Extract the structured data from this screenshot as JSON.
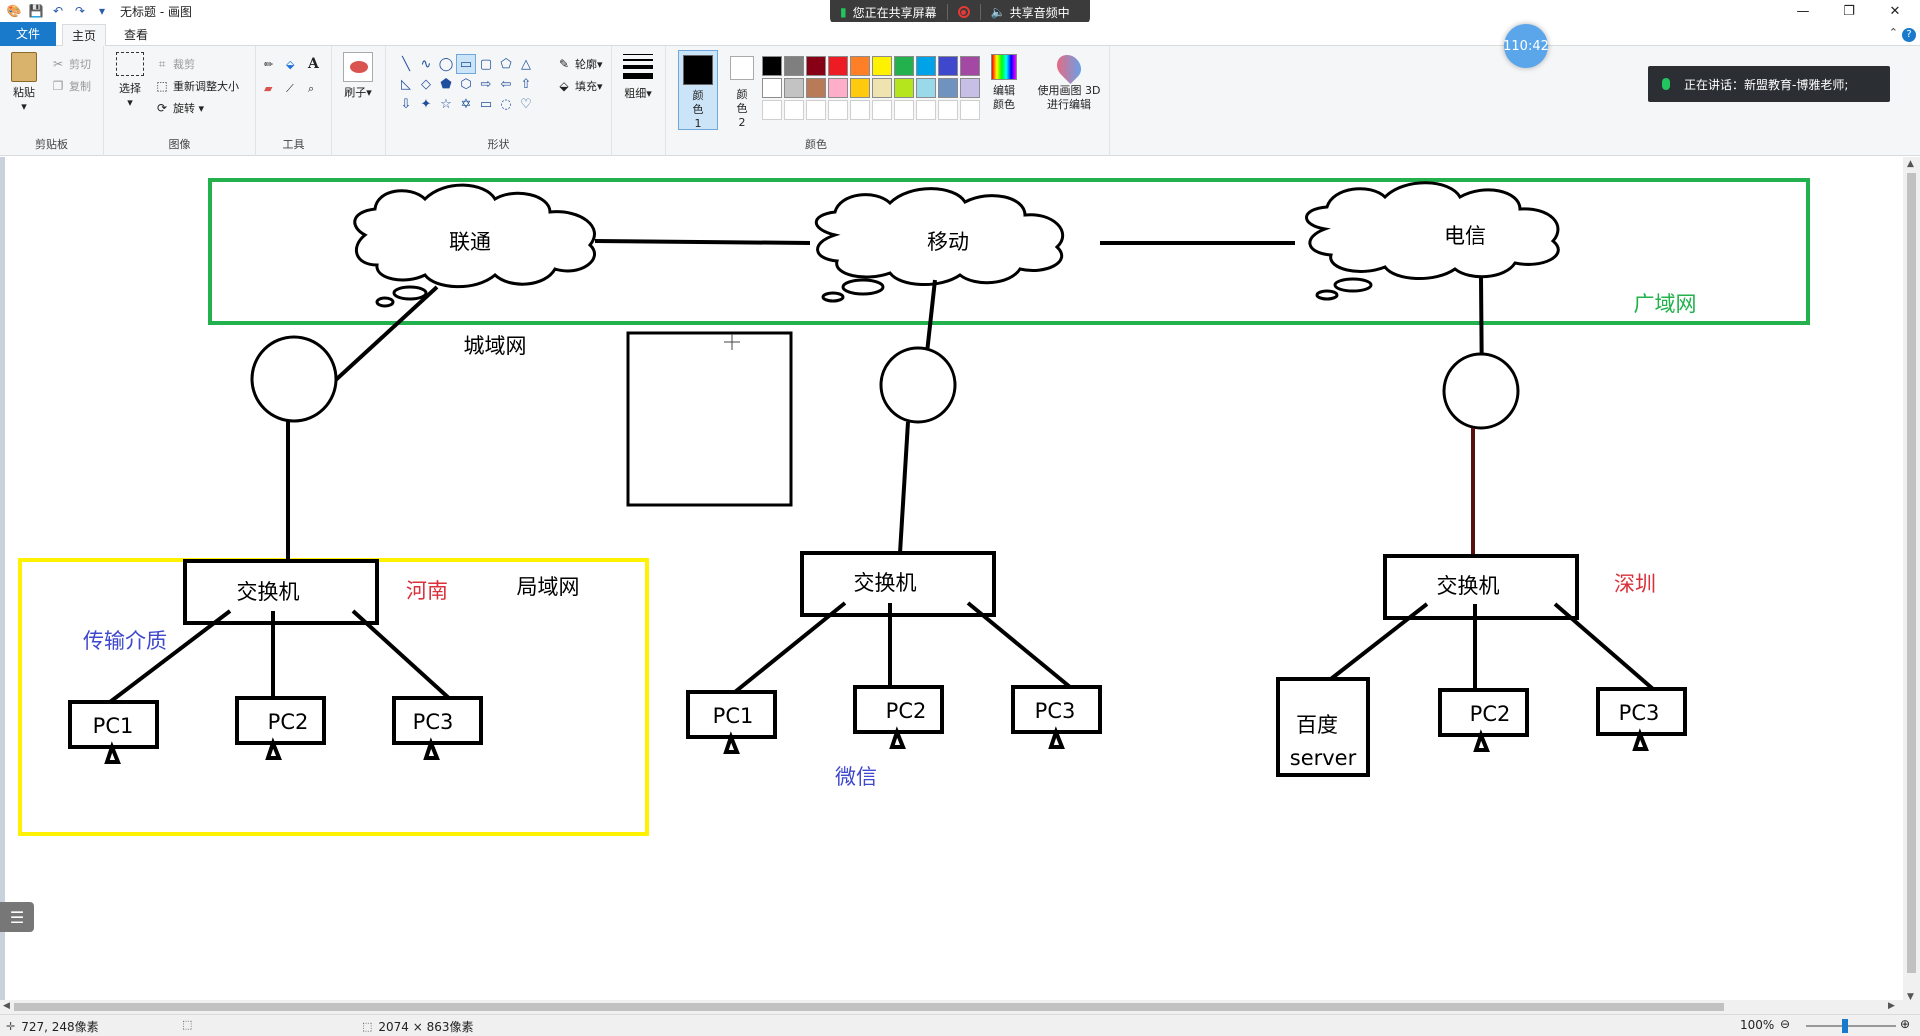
{
  "app": {
    "title": "无标题 - 画图"
  },
  "share_bar": {
    "screen_label": "您正在共享屏幕",
    "audio_label": "共享音频中"
  },
  "tabs": [
    {
      "label": "文件"
    },
    {
      "label": "主页"
    },
    {
      "label": "查看"
    }
  ],
  "ribbon": {
    "clipboard": {
      "label": "剪贴板",
      "paste": "粘贴",
      "cut": "剪切",
      "copy": "复制"
    },
    "image": {
      "label": "图像",
      "select": "选择",
      "crop": "裁剪",
      "resize": "重新调整大小",
      "rotate": "旋转"
    },
    "tools": {
      "label": "工具"
    },
    "brushes": {
      "label": "刷子"
    },
    "shapes": {
      "label": "形状",
      "outline": "轮廓",
      "fill": "填充"
    },
    "size": {
      "label": "粗细"
    },
    "colors": {
      "label": "颜色",
      "color1": "颜色 1",
      "color2": "颜色 2",
      "edit_colors": "编辑颜色",
      "paint3d": "使用画图 3D 进行编辑",
      "palette_row1": [
        "#000000",
        "#7f7f7f",
        "#880015",
        "#ed1c24",
        "#ff7f27",
        "#fff200",
        "#22b14c",
        "#00a2e8",
        "#3f48cc",
        "#a349a4"
      ],
      "palette_row2": [
        "#ffffff",
        "#c3c3c3",
        "#b97a57",
        "#ffaec9",
        "#ffc90e",
        "#efe4b0",
        "#b5e61d",
        "#99d9ea",
        "#7092be",
        "#c8bfe7"
      ]
    }
  },
  "meeting": {
    "timer": "110:42",
    "speaking": "正在讲话：新盟教育-博雅老师;"
  },
  "diagram": {
    "clouds": [
      "联通",
      "移动",
      "电信"
    ],
    "wan_label": "广域网",
    "man_label": "城域网",
    "lan_label": "局域网",
    "switch_label": "交换机",
    "henan": "河南",
    "shenzhen": "深圳",
    "medium": "传输介质",
    "wechat": "微信",
    "pcs_left": [
      "PC1",
      "PC2",
      "PC3"
    ],
    "pcs_mid": [
      "PC1",
      "PC2",
      "PC3"
    ],
    "server_line1": "百度",
    "server_line2": "server",
    "pcs_right": [
      "PC2",
      "PC3"
    ]
  },
  "status": {
    "cursor": "727, 248像素",
    "canvas_size": "2074 × 863像素",
    "zoom": "100%"
  }
}
